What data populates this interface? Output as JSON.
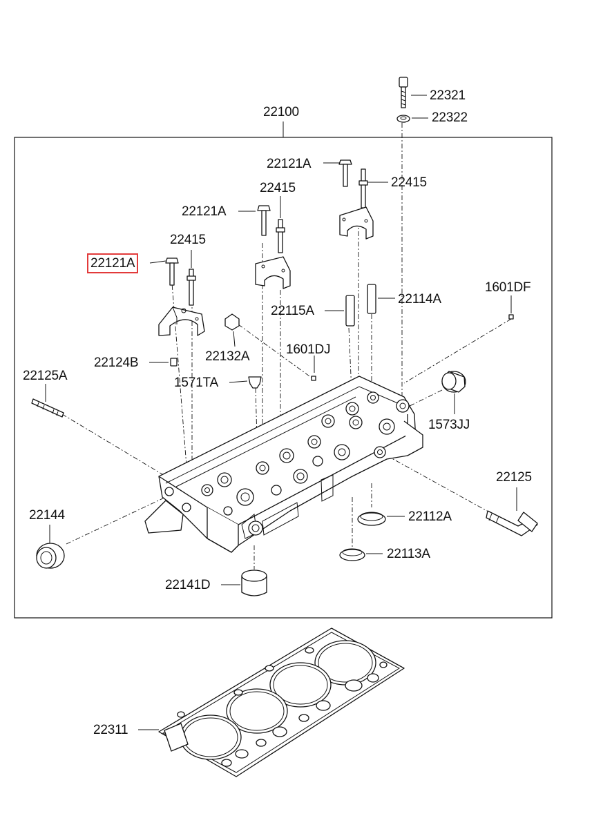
{
  "diagram": {
    "assembly_label": "22100",
    "highlighted_part": "22121A",
    "highlight_color": "#e23a3a",
    "callouts": {
      "c22321": "22321",
      "c22322": "22322",
      "c22100": "22100",
      "c22121A_top": "22121A",
      "c22415_top": "22415",
      "c22415_mid": "22415",
      "c22121A_mid": "22121A",
      "c22415_left": "22415",
      "c22121A_left": "22121A",
      "c1601DF": "1601DF",
      "c22114A": "22114A",
      "c22115A": "22115A",
      "c22132A": "22132A",
      "c1601DJ": "1601DJ",
      "c22124B": "22124B",
      "c22125A": "22125A",
      "c1571TA": "1571TA",
      "c1573JJ": "1573JJ",
      "c22125": "22125",
      "c22144": "22144",
      "c22112A": "22112A",
      "c22113A": "22113A",
      "c22141D": "22141D",
      "c22311": "22311"
    }
  }
}
